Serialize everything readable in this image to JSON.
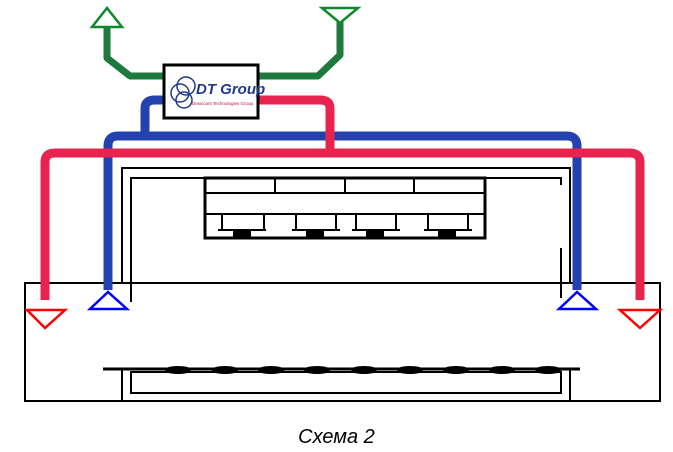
{
  "logo": {
    "name": "DT Group",
    "subtitle": "Desiccant Technologies Group"
  },
  "caption": "Схема 2",
  "colors": {
    "supply": "#e8234d",
    "return": "#1f3fa8",
    "outdoor": "#1e7a3c",
    "triangle_red": "#ff0000",
    "triangle_blue": "#0000ff",
    "triangle_green": "#0a8a2a"
  }
}
